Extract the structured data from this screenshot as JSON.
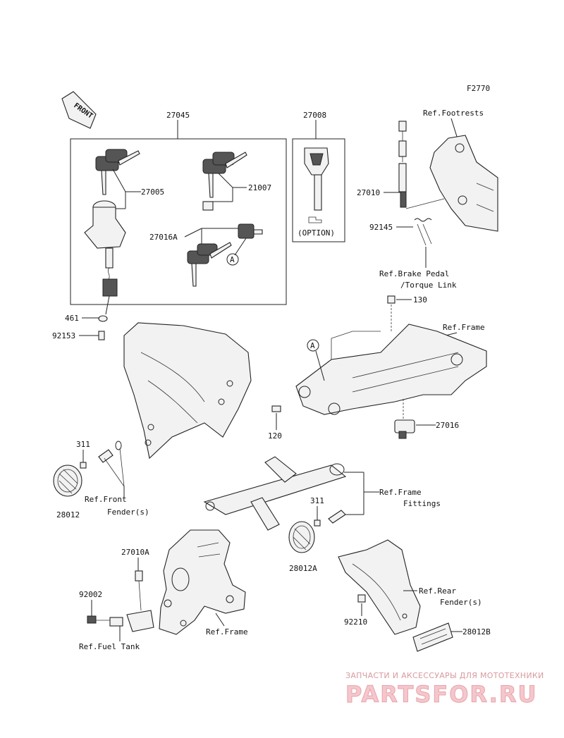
{
  "diagram_code": "F2770",
  "front_arrow": "FRONT",
  "option_label": "(OPTION)",
  "part_numbers": {
    "p27045": "27045",
    "p27008": "27008",
    "p27005": "27005",
    "p21007": "21007",
    "p27016A": "27016A",
    "p27010": "27010",
    "p92145": "92145",
    "p461": "461",
    "p92153": "92153",
    "p130": "130",
    "p120": "120",
    "p27016": "27016",
    "p311a": "311",
    "p28012": "28012",
    "p311b": "311",
    "p28012A": "28012A",
    "p27010A": "27010A",
    "p92002": "92002",
    "p92210": "92210",
    "p28012B": "28012B"
  },
  "callouts": {
    "a1": "A",
    "a2": "A"
  },
  "references": {
    "footrests": "Ref.Footrests",
    "brake_pedal_1": "Ref.Brake Pedal",
    "brake_pedal_2": "/Torque Link",
    "frame_top": "Ref.Frame",
    "front_fender_1": "Ref.Front",
    "front_fender_2": "Fender(s)",
    "frame_fittings_1": "Ref.Frame",
    "frame_fittings_2": "Fittings",
    "rear_fender_1": "Ref.Rear",
    "rear_fender_2": "Fender(s)",
    "frame_bottom": "Ref.Frame",
    "fuel_tank": "Ref.Fuel Tank"
  },
  "watermark": {
    "tagline": "ЗАПЧАСТИ И АКСЕССУАРЫ ДЛЯ МОТОТЕХНИКИ",
    "brand": "PARTSFOR.RU",
    "color": "#e8a3aa"
  }
}
